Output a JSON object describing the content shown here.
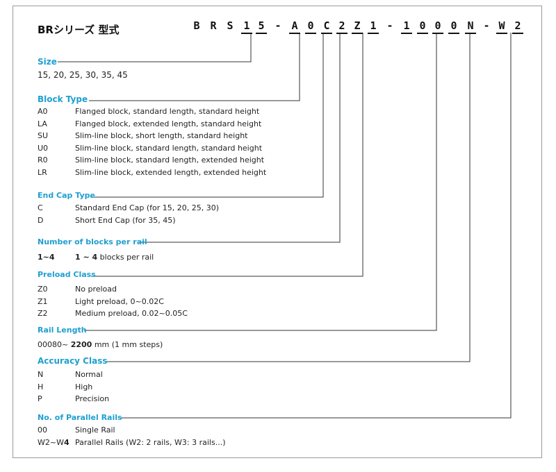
{
  "title": "BRシリーズ 型式",
  "code_chars": [
    "B",
    "R",
    "S",
    "1",
    "5",
    "-",
    "A",
    "0",
    "C",
    "2",
    "Z",
    "1",
    "-",
    "1",
    "0",
    "0",
    "0",
    "N",
    "-",
    "W",
    "2"
  ],
  "sections": {
    "size": {
      "label": "Size",
      "values": "15, 20, 25, 30, 35, 45"
    },
    "block_type": {
      "label": "Block Type",
      "rows": [
        {
          "code": "A0",
          "desc": "Flanged block, standard length, standard height"
        },
        {
          "code": "LA",
          "desc": "Flanged block, extended length, standard height"
        },
        {
          "code": "SU",
          "desc": "Slim-line block, short length, standard height"
        },
        {
          "code": "U0",
          "desc": "Slim-line block, standard length, standard height"
        },
        {
          "code": "R0",
          "desc": "Slim-line block, standard length, extended height"
        },
        {
          "code": "LR",
          "desc": "Slim-line block, extended length, extended height"
        }
      ]
    },
    "end_cap": {
      "label": "End Cap Type",
      "rows": [
        {
          "code": "C",
          "desc": "Standard End Cap (for 15, 20, 25, 30)"
        },
        {
          "code": "D",
          "desc": "Short End Cap    (for  35, 45)"
        }
      ]
    },
    "blocks": {
      "label": "Number of blocks per rail",
      "code": "1~4",
      "desc_bold": "1 ~ 4",
      "desc_rest": " blocks per rail"
    },
    "preload": {
      "label": "Preload Class",
      "rows": [
        {
          "code": "Z0",
          "desc": "No preload"
        },
        {
          "code": "Z1",
          "desc": "Light preload, 0~0.02C"
        },
        {
          "code": "Z2",
          "desc": "Medium preload, 0.02~0.05C"
        }
      ]
    },
    "rail_length": {
      "label": "Rail Length",
      "prefix": "00080~ ",
      "bold": "2200",
      "suffix": " mm (1 mm steps)"
    },
    "accuracy": {
      "label": "Accuracy Class",
      "rows": [
        {
          "code": "N",
          "desc": "Normal"
        },
        {
          "code": "H",
          "desc": "High"
        },
        {
          "code": "P",
          "desc": "Precision"
        }
      ]
    },
    "parallel": {
      "label": "No. of Parallel Rails",
      "rows": [
        {
          "code": "00",
          "desc": "Single Rail"
        }
      ],
      "w_code_a": "W2~W",
      "w_code_b": "4",
      "w_desc": "Parallel Rails (W2: 2 rails, W3: 3 rails...)"
    }
  }
}
